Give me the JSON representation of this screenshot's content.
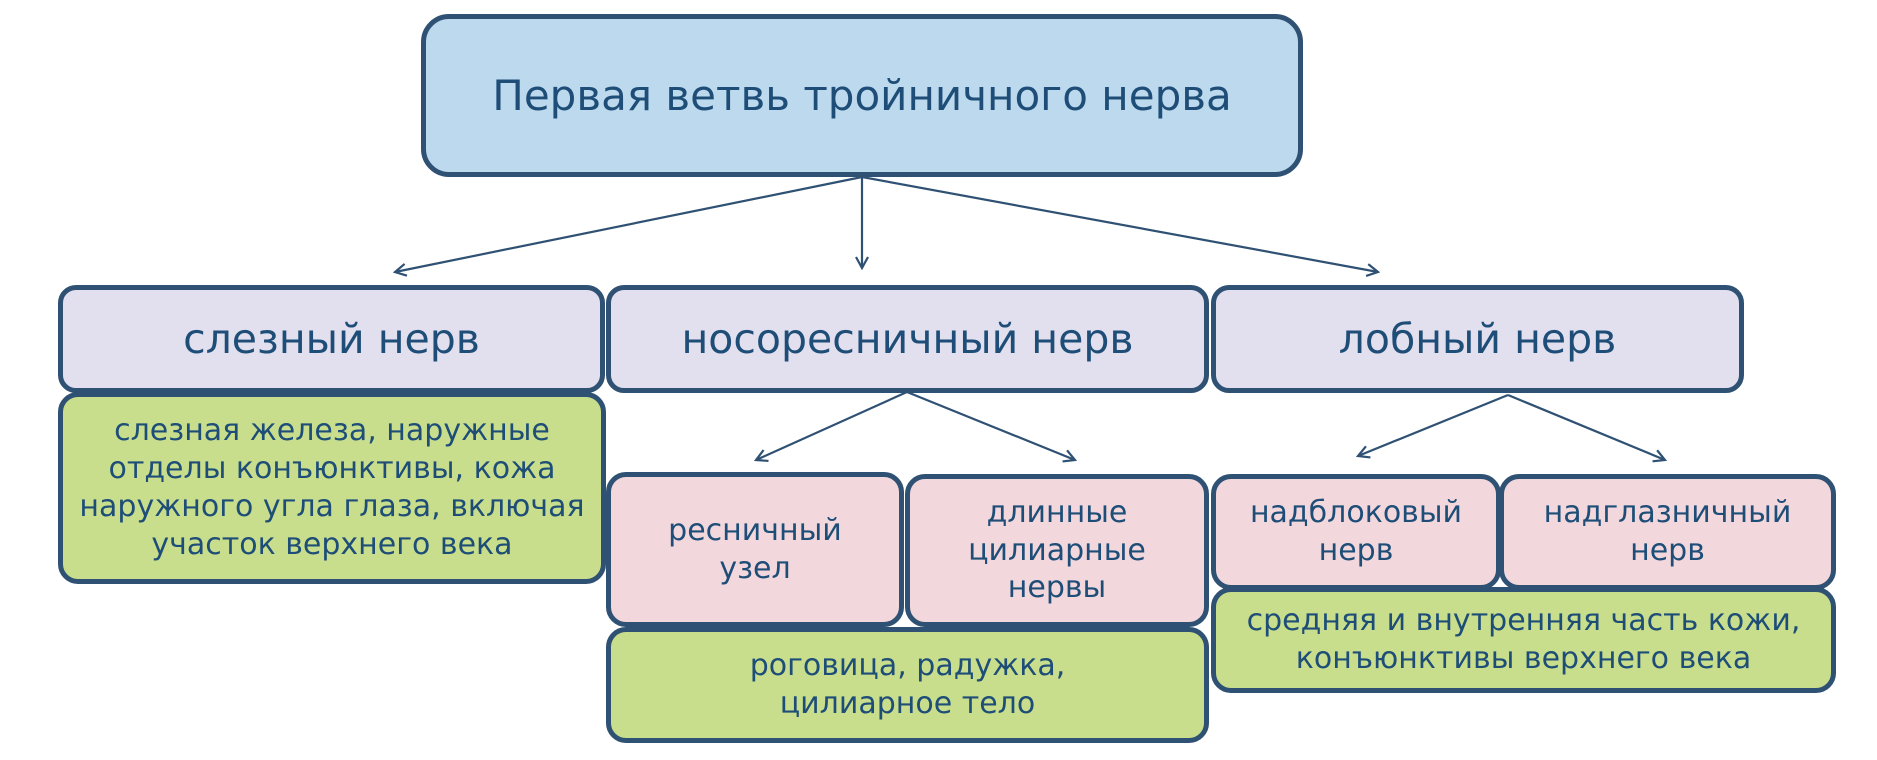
{
  "root": {
    "label": "Первая ветвь тройничного нерва"
  },
  "branches": [
    {
      "label": "слезный нерв"
    },
    {
      "label": "носоресничный нерв"
    },
    {
      "label": "лобный нерв"
    }
  ],
  "lacrimal": {
    "target": "слезная железа, наружные\nотделы конъюнктивы, кожа\nнаружного угла глаза, включая\nучасток верхнего века"
  },
  "nasociliary": {
    "subs": [
      {
        "label": "ресничный\nузел"
      },
      {
        "label": "длинные\nцилиарные\nнервы"
      }
    ],
    "target": "роговица, радужка,\nцилиарное тело"
  },
  "frontal": {
    "subs": [
      {
        "label": "надблоковый\nнерв"
      },
      {
        "label": "надглазничный\nнерв"
      }
    ],
    "target": "средняя и внутренняя часть кожи,\nконъюнктивы верхнего века"
  },
  "colors": {
    "border": "#2f5173",
    "text": "#1e4e77",
    "root_fill": "#bdd9ee",
    "branch_fill": "#e2dfee",
    "sub_fill": "#f2d7dd",
    "target_fill": "#c9de8c"
  }
}
